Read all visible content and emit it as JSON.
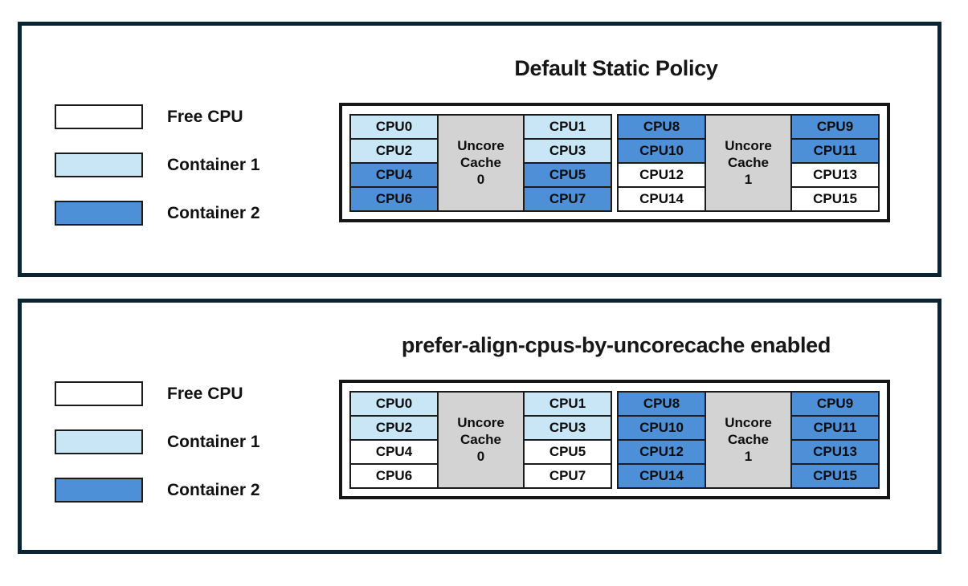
{
  "colors": {
    "free": "#ffffff",
    "container1": "#c8e6f6",
    "container2": "#4e90d8",
    "uncore_fill": "#d3d3d3",
    "panel_border": "#0b2433"
  },
  "legend": {
    "items": [
      {
        "label": "Free CPU",
        "state": "free"
      },
      {
        "label": "Container 1",
        "state": "container1"
      },
      {
        "label": "Container 2",
        "state": "container2"
      }
    ]
  },
  "panels": [
    {
      "title": "Default Static Policy",
      "groups": [
        {
          "cache_lines": [
            "Uncore",
            "Cache",
            "0"
          ],
          "left_cpus": [
            {
              "label": "CPU0",
              "state": "container1"
            },
            {
              "label": "CPU2",
              "state": "container1"
            },
            {
              "label": "CPU4",
              "state": "container2"
            },
            {
              "label": "CPU6",
              "state": "container2"
            }
          ],
          "right_cpus": [
            {
              "label": "CPU1",
              "state": "container1"
            },
            {
              "label": "CPU3",
              "state": "container1"
            },
            {
              "label": "CPU5",
              "state": "container2"
            },
            {
              "label": "CPU7",
              "state": "container2"
            }
          ]
        },
        {
          "cache_lines": [
            "Uncore",
            "Cache",
            "1"
          ],
          "left_cpus": [
            {
              "label": "CPU8",
              "state": "container2"
            },
            {
              "label": "CPU10",
              "state": "container2"
            },
            {
              "label": "CPU12",
              "state": "free"
            },
            {
              "label": "CPU14",
              "state": "free"
            }
          ],
          "right_cpus": [
            {
              "label": "CPU9",
              "state": "container2"
            },
            {
              "label": "CPU11",
              "state": "container2"
            },
            {
              "label": "CPU13",
              "state": "free"
            },
            {
              "label": "CPU15",
              "state": "free"
            }
          ]
        }
      ]
    },
    {
      "title": "prefer-align-cpus-by-uncorecache enabled",
      "groups": [
        {
          "cache_lines": [
            "Uncore",
            "Cache",
            "0"
          ],
          "left_cpus": [
            {
              "label": "CPU0",
              "state": "container1"
            },
            {
              "label": "CPU2",
              "state": "container1"
            },
            {
              "label": "CPU4",
              "state": "free"
            },
            {
              "label": "CPU6",
              "state": "free"
            }
          ],
          "right_cpus": [
            {
              "label": "CPU1",
              "state": "container1"
            },
            {
              "label": "CPU3",
              "state": "container1"
            },
            {
              "label": "CPU5",
              "state": "free"
            },
            {
              "label": "CPU7",
              "state": "free"
            }
          ]
        },
        {
          "cache_lines": [
            "Uncore",
            "Cache",
            "1"
          ],
          "left_cpus": [
            {
              "label": "CPU8",
              "state": "container2"
            },
            {
              "label": "CPU10",
              "state": "container2"
            },
            {
              "label": "CPU12",
              "state": "container2"
            },
            {
              "label": "CPU14",
              "state": "container2"
            }
          ],
          "right_cpus": [
            {
              "label": "CPU9",
              "state": "container2"
            },
            {
              "label": "CPU11",
              "state": "container2"
            },
            {
              "label": "CPU13",
              "state": "container2"
            },
            {
              "label": "CPU15",
              "state": "container2"
            }
          ]
        }
      ]
    }
  ]
}
